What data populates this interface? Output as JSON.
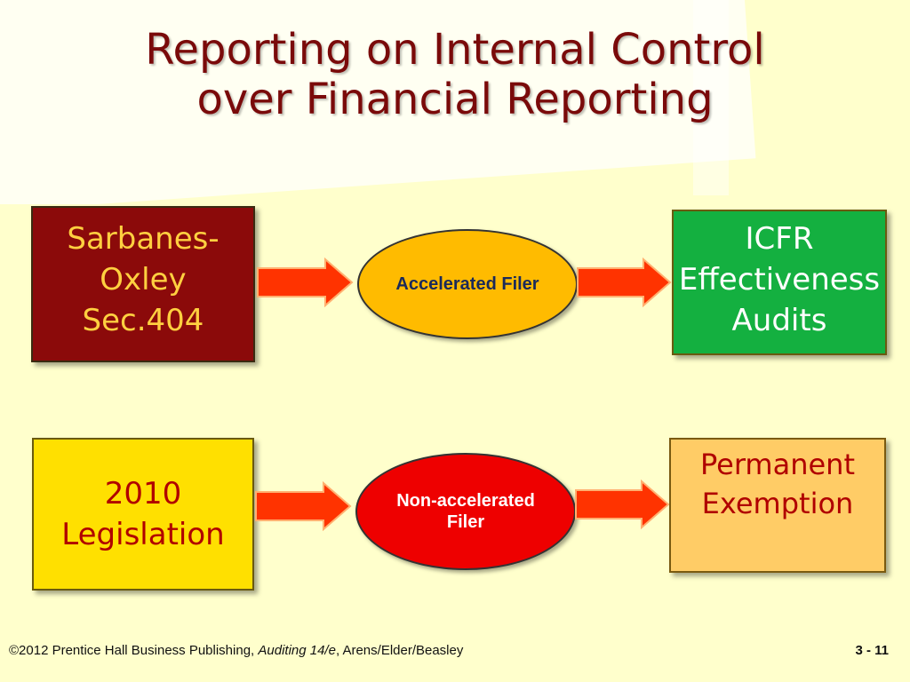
{
  "slide": {
    "title_line1": "Reporting on Internal Control",
    "title_line2": "over Financial Reporting"
  },
  "diagram": {
    "row1": {
      "source": [
        "Sarbanes-",
        "Oxley",
        "Sec.404"
      ],
      "filer": "Accelerated Filer",
      "result": [
        "ICFR",
        "Effectiveness",
        "Audits"
      ]
    },
    "row2": {
      "source": [
        "2010",
        "Legislation"
      ],
      "filer": [
        "Non-accelerated",
        "Filer"
      ],
      "result": [
        "Permanent",
        "Exemption"
      ]
    }
  },
  "footer": {
    "copyright": "©2012 Prentice Hall Business Publishing, ",
    "book": "Auditing 14/e",
    "authors": ", Arens/Elder/Beasley",
    "page": "3 - 11"
  },
  "colors": {
    "background": "#ffffcc",
    "title": "#7a0a0a",
    "arrow_fill": "#ff3300",
    "arrow_stroke": "#ffb070"
  }
}
